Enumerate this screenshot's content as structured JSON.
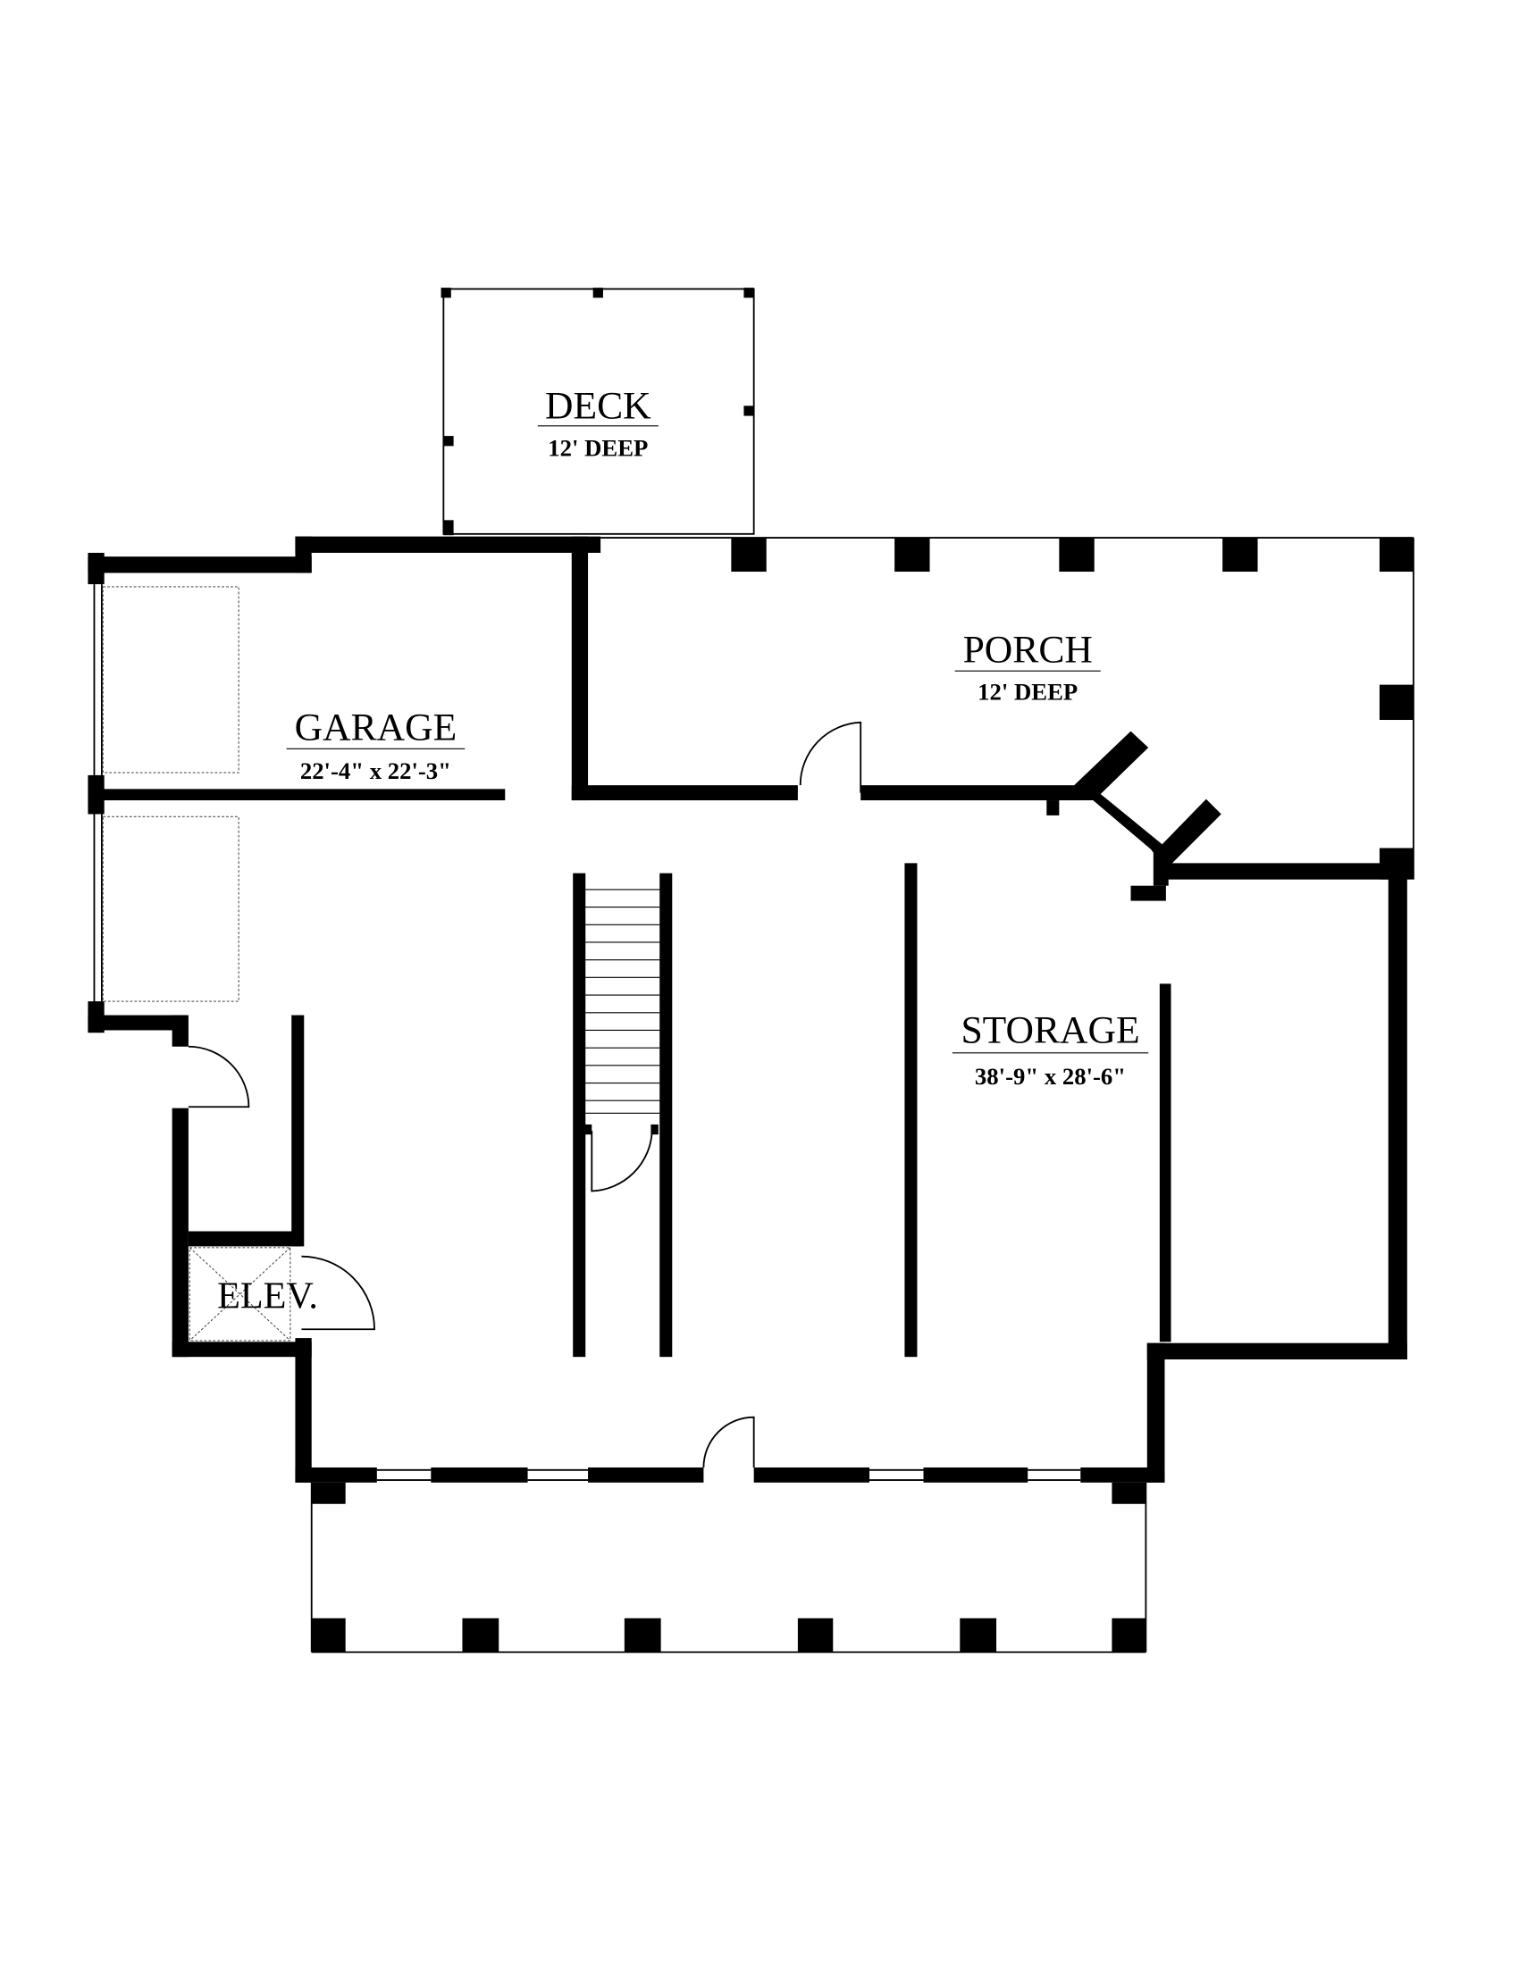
{
  "plan": {
    "rooms": [
      {
        "name": "DECK",
        "size": "12' DEEP"
      },
      {
        "name": "PORCH",
        "size": "12' DEEP"
      },
      {
        "name": "GARAGE",
        "size": "22'-4\" x 22'-3\""
      },
      {
        "name": "STORAGE",
        "size": "38'-9\" x 28'-6\""
      }
    ],
    "elevator_label": "ELEV."
  },
  "colors": {
    "wall": "#000000",
    "background": "#ffffff"
  }
}
